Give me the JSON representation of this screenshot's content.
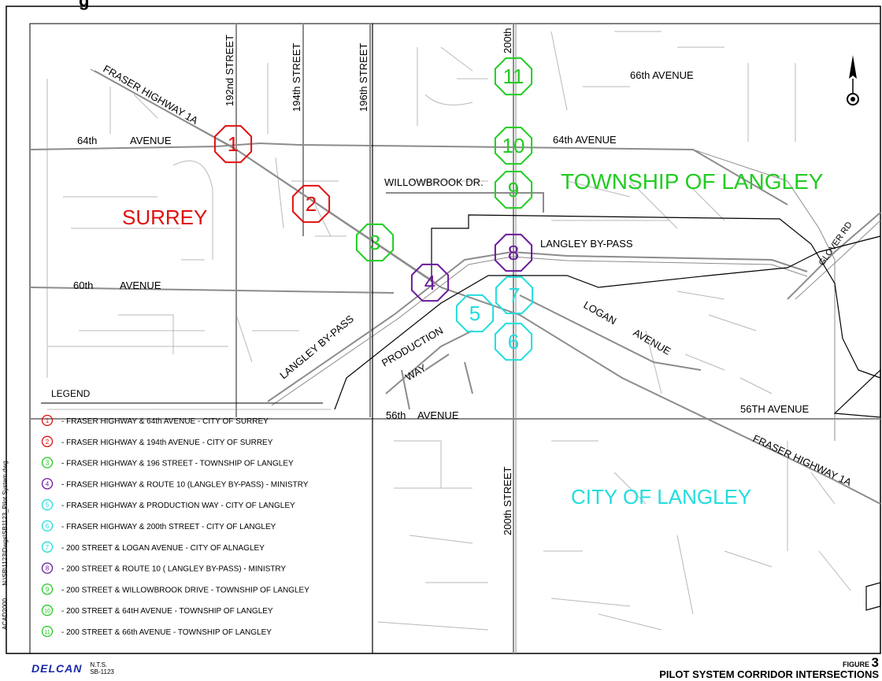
{
  "header": {
    "title_fragment": "g"
  },
  "side_text": {
    "cad": "ACAD2000",
    "path": "N:\\SB\\1123\\Dwgs\\SB1123_Pilot System.dwg"
  },
  "footer": {
    "logo": "DELCAN",
    "nts": "N.T.S.",
    "project": "SB-1123",
    "figure_word": "FIGURE",
    "figure_number": "3",
    "figure_title": "PILOT SYSTEM CORRIDOR INTERSECTIONS"
  },
  "map": {
    "regions": {
      "surrey": "SURREY",
      "township": "TOWNSHIP OF LANGLEY",
      "city": "CITY OF LANGLEY"
    },
    "roads": {
      "fraser_nw": "FRASER HIGHWAY 1A",
      "fraser_se": "FRASER HIGHWAY 1A",
      "st192": "192nd STREET",
      "st194": "194th STREET",
      "st196": "196th STREET",
      "st200_top": "200th",
      "st200_bottom": "200th   STREET",
      "ave66": "66th  AVENUE",
      "ave64_w": "64th",
      "ave64_w2": "AVENUE",
      "ave64_e": "64th  AVENUE",
      "willowbrook": "WILLOWBROOK DR.",
      "bypass_e": "LANGLEY BY-PASS",
      "bypass_w": "LANGLEY BY-PASS",
      "ave60_a": "60th",
      "ave60_b": "AVENUE",
      "production_a": "PRODUCTION",
      "production_b": "WAY",
      "logan_a": "LOGAN",
      "logan_b": "AVENUE",
      "ave56_w_a": "56th",
      "ave56_w_b": "AVENUE",
      "ave56_e": "56TH AVENUE",
      "glover": "GLOVER RD"
    },
    "markers": [
      {
        "id": "1",
        "color": "#e01010"
      },
      {
        "id": "2",
        "color": "#e01010"
      },
      {
        "id": "3",
        "color": "#22cc22"
      },
      {
        "id": "4",
        "color": "#6a1a9a"
      },
      {
        "id": "5",
        "color": "#22dddd"
      },
      {
        "id": "6",
        "color": "#22dddd"
      },
      {
        "id": "7",
        "color": "#22dddd"
      },
      {
        "id": "8",
        "color": "#6a1a9a"
      },
      {
        "id": "9",
        "color": "#22cc22"
      },
      {
        "id": "10",
        "color": "#22cc22"
      },
      {
        "id": "11",
        "color": "#22cc22"
      }
    ]
  },
  "legend": {
    "title": "LEGEND",
    "items": [
      {
        "num": "1",
        "color": "#e01010",
        "text": "- FRASER HIGHWAY & 64th AVENUE - CITY OF SURREY"
      },
      {
        "num": "2",
        "color": "#e01010",
        "text": "- FRASER HIGHWAY & 194th AVENUE - CITY OF SURREY"
      },
      {
        "num": "3",
        "color": "#22cc22",
        "text": "- FRASER HIGHWAY & 196 STREET - TOWNSHIP OF LANGLEY"
      },
      {
        "num": "4",
        "color": "#6a1a9a",
        "text": "- FRASER HIGHWAY & ROUTE 10 (LANGLEY BY-PASS) - MINISTRY"
      },
      {
        "num": "5",
        "color": "#22dddd",
        "text": "- FRASER HIGHWAY & PRODUCTION WAY - CITY OF LANGLEY"
      },
      {
        "num": "6",
        "color": "#22dddd",
        "text": "- FRASER HIGHWAY & 200th STREET - CITY OF LANGLEY"
      },
      {
        "num": "7",
        "color": "#22dddd",
        "text": "- 200 STREET & LOGAN AVENUE - CITY OF ALNAGLEY"
      },
      {
        "num": "8",
        "color": "#6a1a9a",
        "text": "- 200 STREET & ROUTE 10 ( LANGLEY BY-PASS) - MINISTRY"
      },
      {
        "num": "9",
        "color": "#22cc22",
        "text": "- 200 STREET & WILLOWBROOK DRIVE - TOWNSHIP OF LANGLEY"
      },
      {
        "num": "10",
        "color": "#22cc22",
        "text": "- 200 STREET & 64tH AVENUE - TOWNSHIP OF LANGLEY"
      },
      {
        "num": "11",
        "color": "#22cc22",
        "text": "- 200 STREET & 66th AVENUE - TOWNSHIP OF LANGLEY"
      }
    ]
  },
  "colors": {
    "surrey": "#e01010",
    "township": "#22cc22",
    "city": "#22dddd",
    "ministry": "#6a1a9a",
    "road": "#9a9a9a",
    "boundary": "#000000",
    "logo": "#1a2aa8"
  },
  "icons": {
    "north_arrow": "north-arrow-icon"
  }
}
